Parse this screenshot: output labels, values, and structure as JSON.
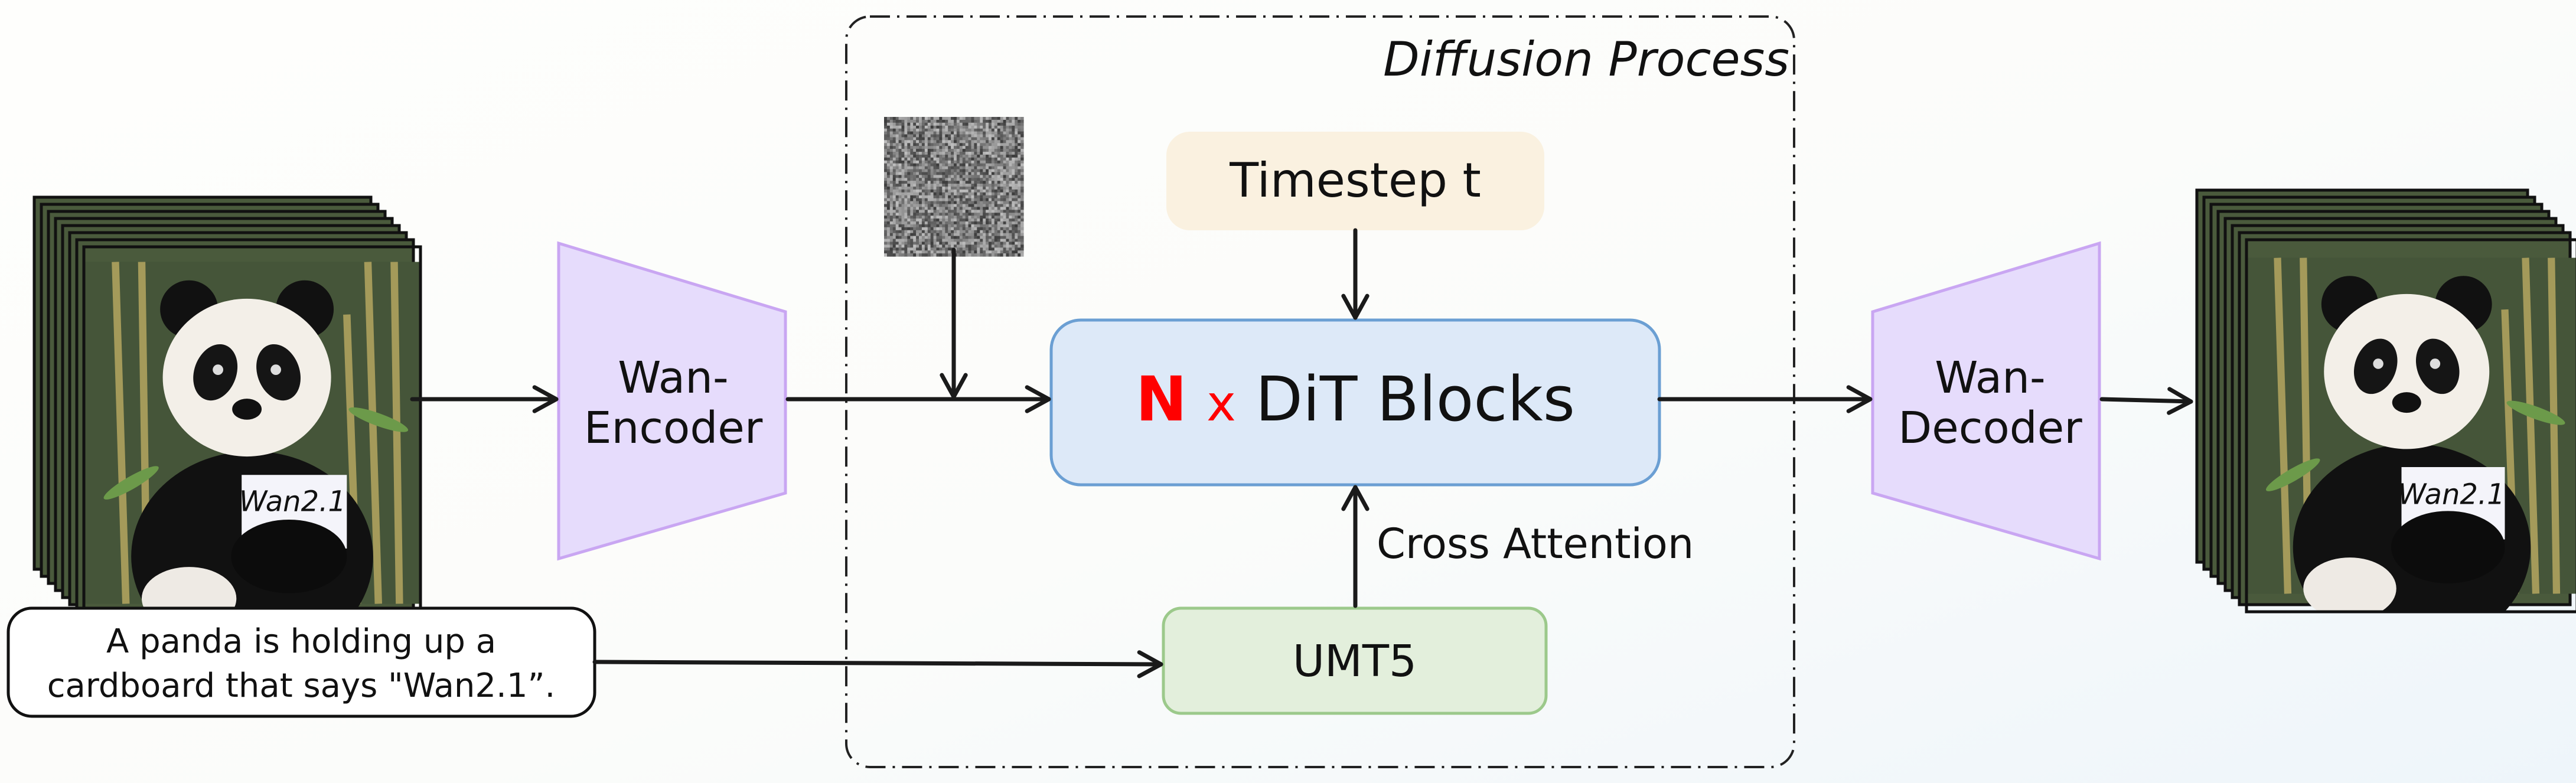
{
  "diffusion_process": {
    "title": "Diffusion Process"
  },
  "input_video": {
    "sign_text": "Wan2.1",
    "frames": 8
  },
  "output_video": {
    "sign_text": "Wan2.1",
    "frames": 8
  },
  "encoder": {
    "line1": "Wan-",
    "line2": "Encoder"
  },
  "decoder": {
    "line1": "Wan-",
    "line2": "Decoder"
  },
  "timestep": {
    "label": "Timestep t"
  },
  "dit": {
    "n": "N",
    "x": "x",
    "label": "DiT Blocks"
  },
  "cross_attention": {
    "label": "Cross Attention"
  },
  "umt5": {
    "label": "UMT5"
  },
  "prompt": {
    "line1": "A panda is holding up a",
    "line2": "cardboard that says \"Wan2.1”."
  },
  "colors": {
    "timestep_fill": "#faf1e0",
    "dit_fill": "#dde9f8",
    "dit_border": "#6b9fd3",
    "umt5_fill": "#e3efdc",
    "umt5_border": "#9cc98b",
    "codec_fill": "#e6dcfc",
    "codec_border": "#c9a6f2",
    "accent_red": "#ff0000"
  }
}
